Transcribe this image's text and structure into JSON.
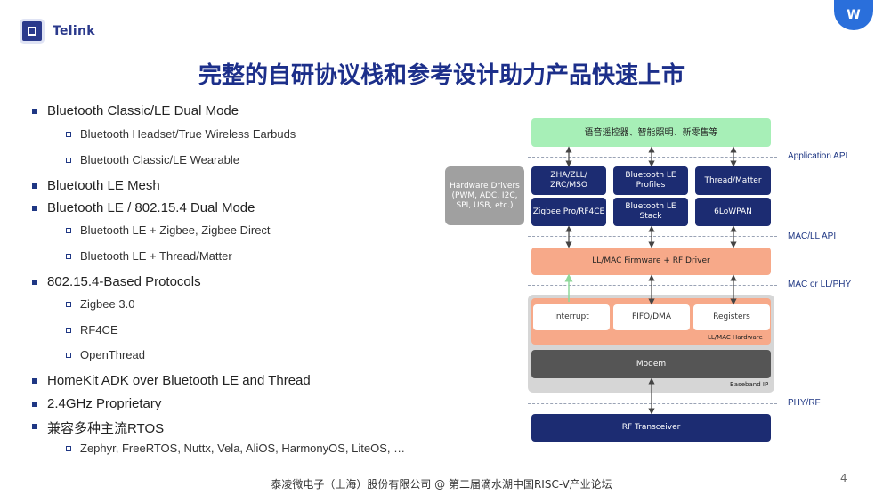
{
  "logo": {
    "text": "Telink"
  },
  "corner_button": {
    "label": "W"
  },
  "title": "完整的自研协议栈和参考设计助力产品快速上市",
  "bullets": [
    {
      "level": 1,
      "text": "Bluetooth Classic/LE Dual Mode"
    },
    {
      "level": 2,
      "text": "Bluetooth Headset/True Wireless Earbuds"
    },
    {
      "level": 2,
      "text": "Bluetooth Classic/LE Wearable"
    },
    {
      "level": 1,
      "text": "Bluetooth LE Mesh"
    },
    {
      "level": 1,
      "text": "Bluetooth LE / 802.15.4 Dual Mode"
    },
    {
      "level": 2,
      "text": "Bluetooth LE + Zigbee, Zigbee Direct"
    },
    {
      "level": 2,
      "text": "Bluetooth LE + Thread/Matter"
    },
    {
      "level": 1,
      "text": "802.15.4-Based Protocols"
    },
    {
      "level": 2,
      "text": "Zigbee 3.0"
    },
    {
      "level": 2,
      "text": "RF4CE"
    },
    {
      "level": 2,
      "text": "OpenThread"
    },
    {
      "level": 1,
      "text": "HomeKit ADK over Bluetooth LE and Thread"
    },
    {
      "level": 1,
      "text": "2.4GHz Proprietary"
    },
    {
      "level": 1,
      "text": "兼容多种主流RTOS"
    },
    {
      "level": 2,
      "text": "Zephyr, FreeRTOS, Nuttx, Vela, AliOS, HarmonyOS, LiteOS, …"
    }
  ],
  "diagram": {
    "apps": "语音遥控器、智能照明、新零售等",
    "hardware_drivers": [
      "Hardware Drivers",
      "(PWM, ADC, I2C,",
      "SPI, USB, etc.)"
    ],
    "stacks": {
      "zha": [
        "ZHA/ZLL/",
        "ZRC/MSO"
      ],
      "ble_profiles": [
        "Bluetooth LE",
        "Profiles"
      ],
      "thread_matter": "Thread/Matter",
      "zigbee_pro": "Zigbee Pro/RF4CE",
      "ble_stack": [
        "Bluetooth LE",
        "Stack"
      ],
      "sixlowpan": "6LoWPAN"
    },
    "firmware": "LL/MAC Firmware + RF Driver",
    "interrupt": "Interrupt",
    "fifo": "FIFO/DMA",
    "registers": "Registers",
    "mac_hw_label": "LL/MAC Hardware",
    "modem": "Modem",
    "baseband_label": "Baseband IP",
    "rf": "RF Transceiver",
    "api_labels": {
      "application": "Application API",
      "mac_ll": "MAC/LL API",
      "mac_phy": "MAC or LL/PHY",
      "phy_rf": "PHY/RF"
    }
  },
  "footer": "泰凌微电子（上海）股份有限公司 @ 第二届滴水湖中国RISC-V产业论坛",
  "page_number": "4",
  "colors": {
    "title": "#1c2f8a",
    "navy_box": "#1c2c72",
    "green_box": "#a7efb7",
    "orange_box": "#f7a989",
    "baseband_bg": "#d6d6d6"
  }
}
